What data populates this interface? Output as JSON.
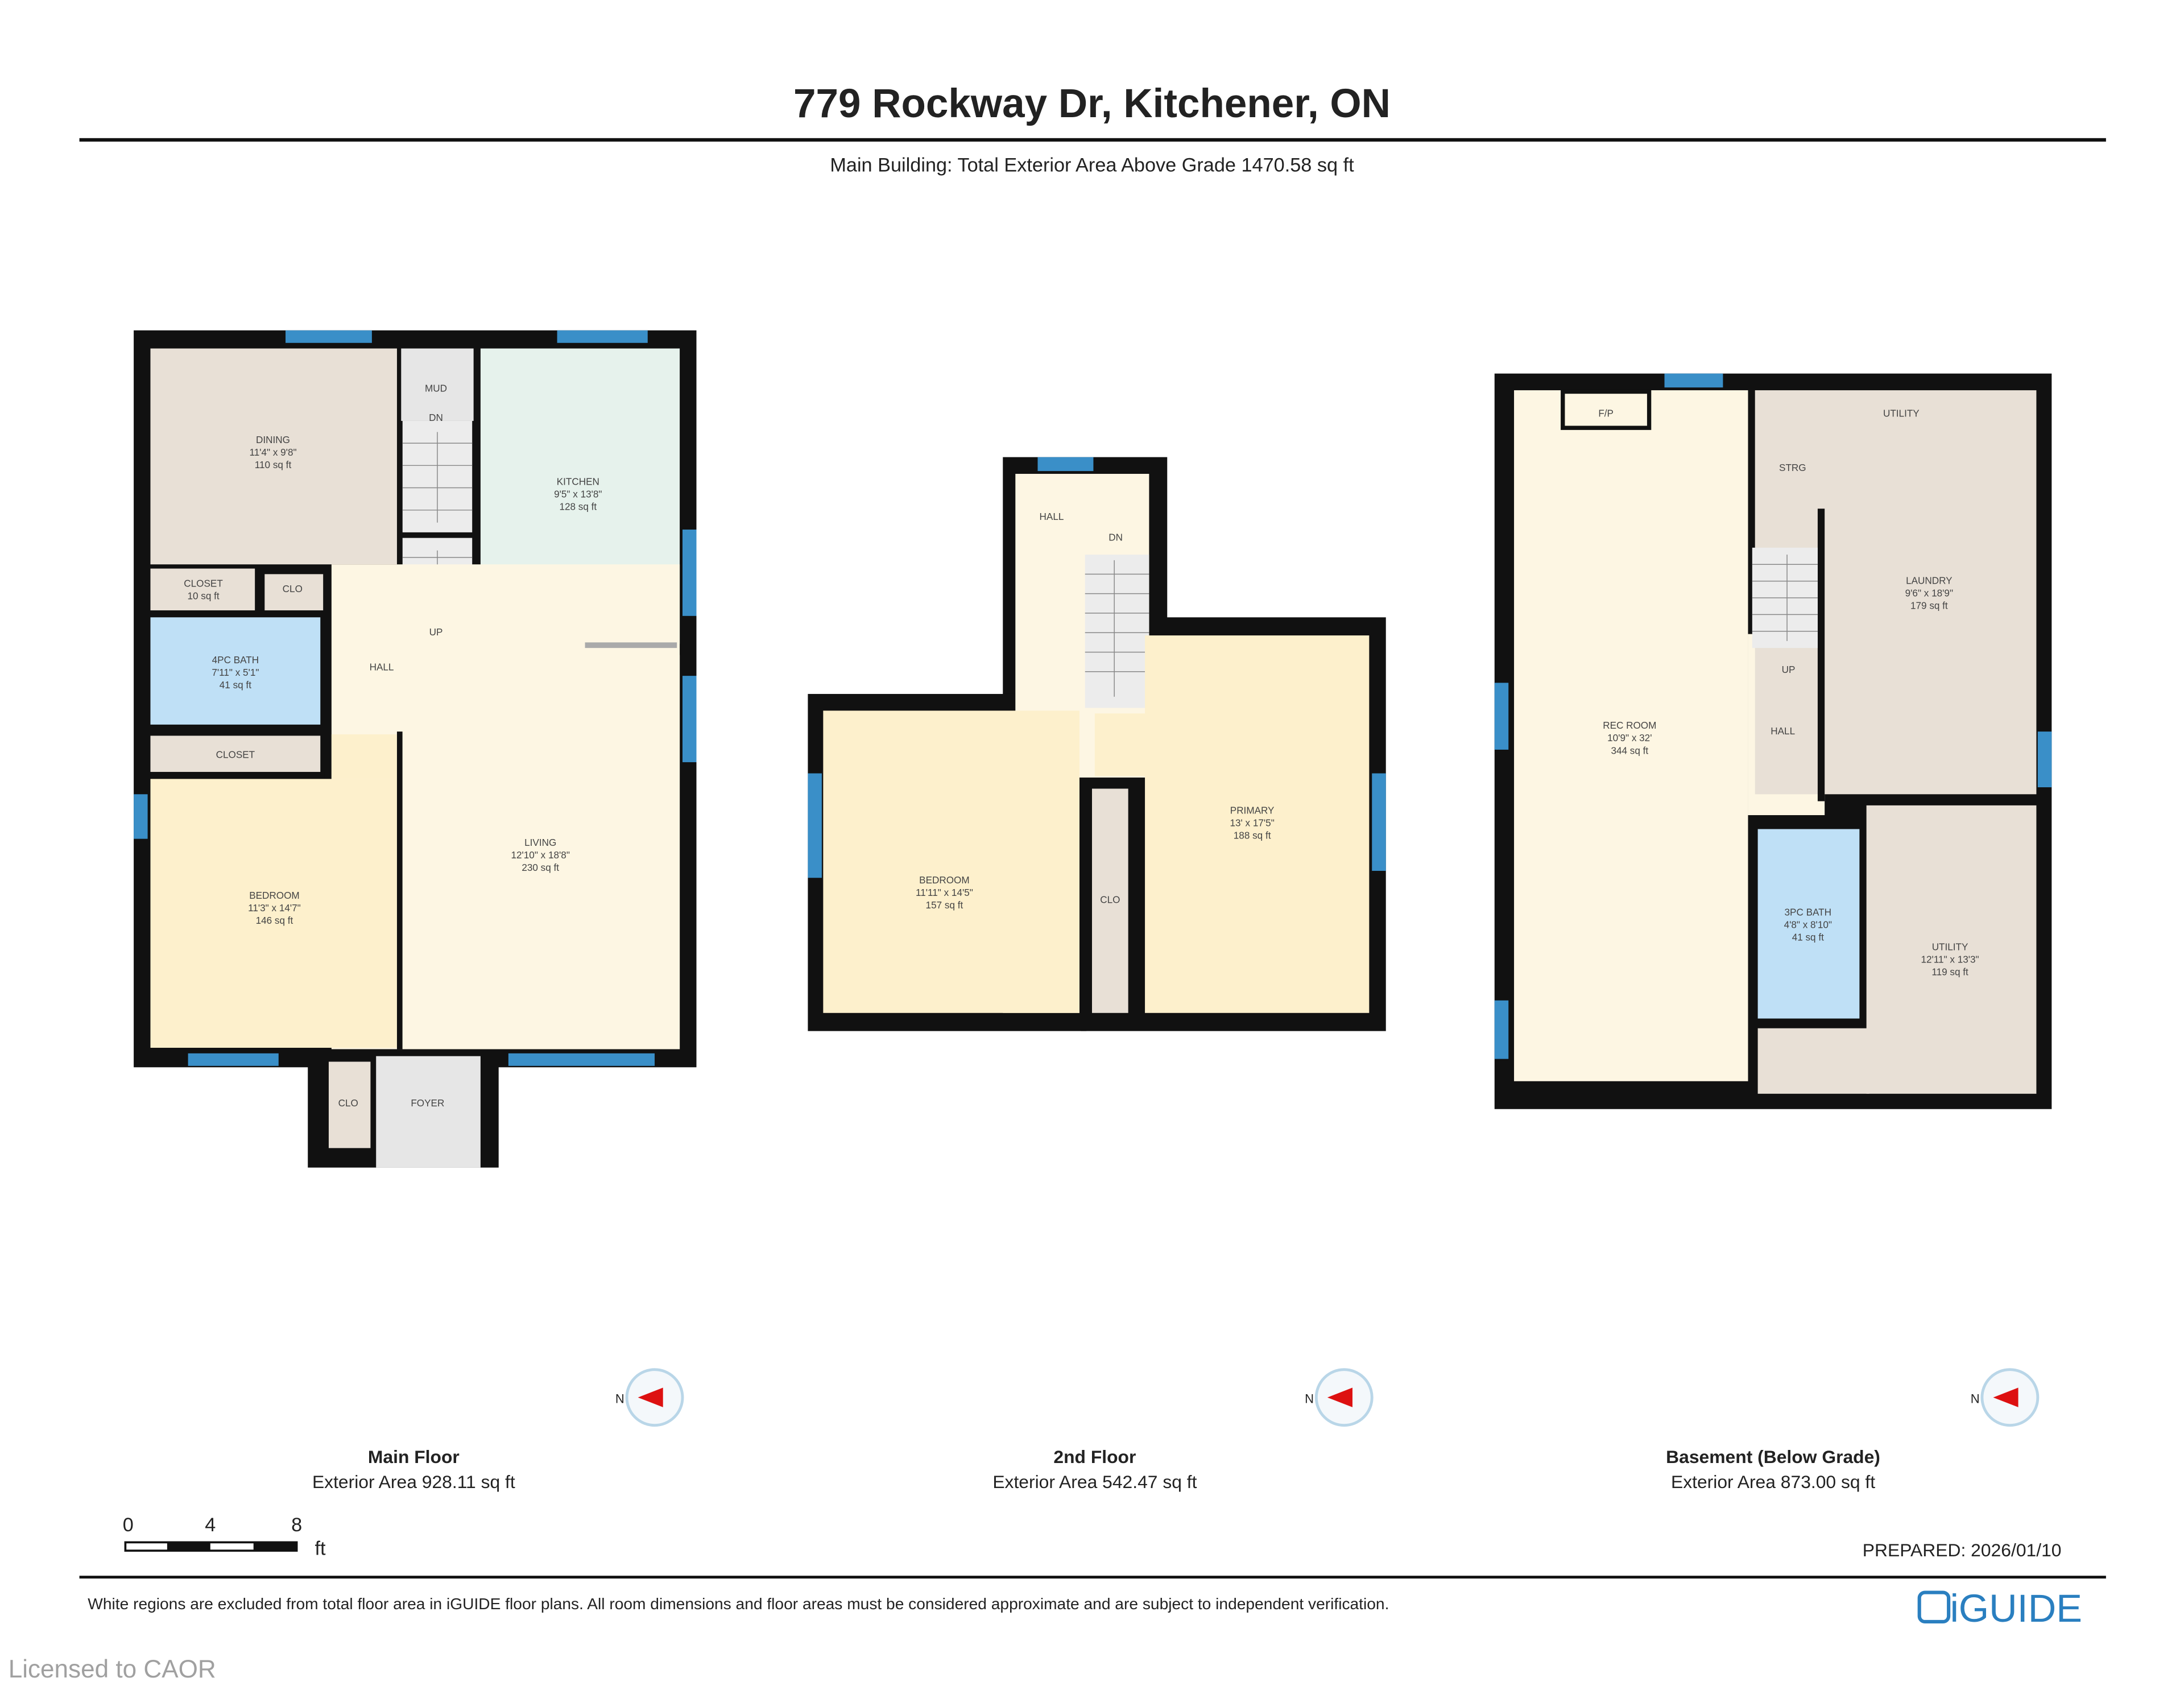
{
  "header": {
    "title": "779 Rockway Dr, Kitchener, ON",
    "subtitle": "Main Building: Total Exterior Area Above Grade 1470.58 sq ft"
  },
  "colors": {
    "wall": "#111111",
    "window": "#3a8fc8",
    "living": "#fdf6e3",
    "bedroom": "#fdf0cc",
    "kitchen": "#e6f2ec",
    "bath": "#bfe0f6",
    "utility": "#e8e0d6",
    "stairs": "#e6e6e6"
  },
  "floors": [
    {
      "name": "Main Floor",
      "area": "Exterior Area 928.11 sq ft",
      "rooms": {
        "dining": {
          "name": "DINING",
          "dims": "11'4\" x 9'8\"",
          "area": "110 sq ft"
        },
        "kitchen": {
          "name": "KITCHEN",
          "dims": "9'5\" x 13'8\"",
          "area": "128 sq ft"
        },
        "mud": {
          "name": "MUD"
        },
        "dn": {
          "name": "DN"
        },
        "up": {
          "name": "UP"
        },
        "closet1": {
          "name": "CLOSET",
          "area": "10 sq ft"
        },
        "clo1": {
          "name": "CLO"
        },
        "bath": {
          "name": "4PC BATH",
          "dims": "7'11\" x 5'1\"",
          "area": "41 sq ft"
        },
        "hall": {
          "name": "HALL"
        },
        "closet2": {
          "name": "CLOSET"
        },
        "bedroom": {
          "name": "BEDROOM",
          "dims": "11'3\" x 14'7\"",
          "area": "146 sq ft"
        },
        "living": {
          "name": "LIVING",
          "dims": "12'10\" x 18'8\"",
          "area": "230 sq ft"
        },
        "clo2": {
          "name": "CLO"
        },
        "foyer": {
          "name": "FOYER"
        }
      }
    },
    {
      "name": "2nd Floor",
      "area": "Exterior Area 542.47 sq ft",
      "rooms": {
        "hall": {
          "name": "HALL"
        },
        "dn": {
          "name": "DN"
        },
        "bedroom": {
          "name": "BEDROOM",
          "dims": "11'11\" x 14'5\"",
          "area": "157 sq ft"
        },
        "primary": {
          "name": "PRIMARY",
          "dims": "13' x 17'5\"",
          "area": "188 sq ft"
        },
        "clo": {
          "name": "CLO"
        }
      }
    },
    {
      "name": "Basement (Below Grade)",
      "area": "Exterior Area 873.00 sq ft",
      "rooms": {
        "fp": {
          "name": "F/P"
        },
        "utility_top": {
          "name": "UTILITY"
        },
        "strg": {
          "name": "STRG"
        },
        "laundry": {
          "name": "LAUNDRY",
          "dims": "9'6\" x 18'9\"",
          "area": "179 sq ft"
        },
        "up": {
          "name": "UP"
        },
        "hall": {
          "name": "HALL"
        },
        "rec": {
          "name": "REC ROOM",
          "dims": "10'9\" x 32'",
          "area": "344 sq ft"
        },
        "bath": {
          "name": "3PC BATH",
          "dims": "4'8\" x 8'10\"",
          "area": "41 sq ft"
        },
        "utility": {
          "name": "UTILITY",
          "dims": "12'11\" x 13'3\"",
          "area": "119 sq ft"
        }
      }
    }
  ],
  "compass": {
    "label": "N",
    "icon": "compass-north-icon"
  },
  "scale": {
    "ticks": [
      "0",
      "4",
      "8"
    ],
    "unit": "ft"
  },
  "prepared": "PREPARED: 2026/01/10",
  "disclaimer": "White regions are excluded from total floor area in iGUIDE floor plans. All room dimensions and floor areas must be considered approximate and are subject to independent verification.",
  "brand": "iGUIDE",
  "watermark": "Licensed to CAOR"
}
